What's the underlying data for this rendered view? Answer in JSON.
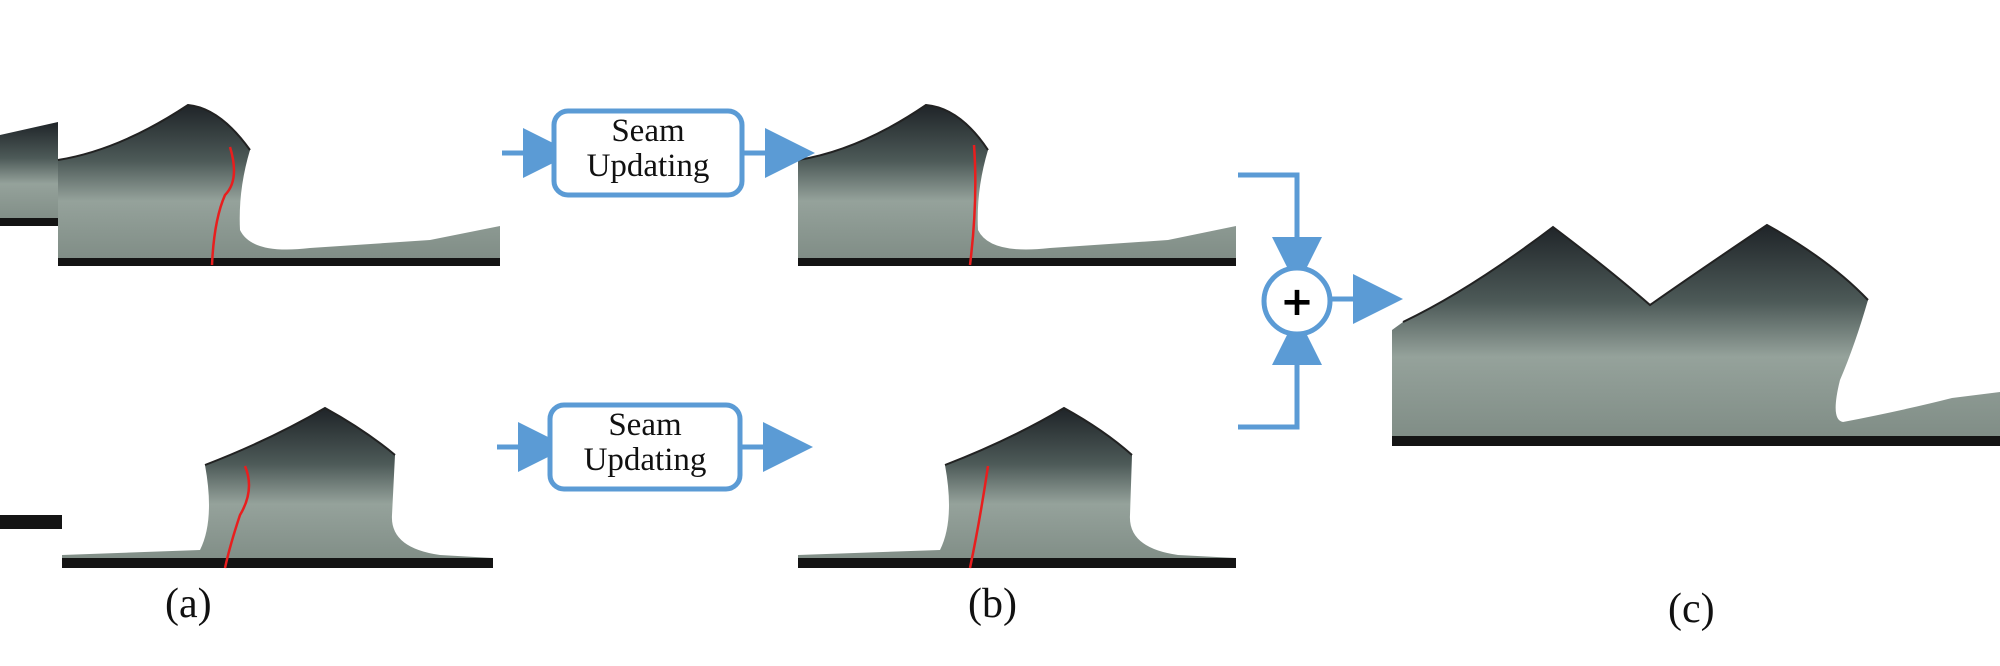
{
  "seam_box_top": {
    "line1": "Seam",
    "line2": "Updating"
  },
  "seam_box_bottom": {
    "line1": "Seam",
    "line2": "Updating"
  },
  "fusion_symbol": "+",
  "captions": {
    "a": "(a)",
    "b": "(b)",
    "c": "(c)"
  },
  "colors": {
    "arrow": "#5b9bd5",
    "seam": "#e81e1e",
    "floor": "#9aa69e",
    "floor_dark": "#6f7c74",
    "wall": "#2a3034",
    "ground": "#141414"
  }
}
